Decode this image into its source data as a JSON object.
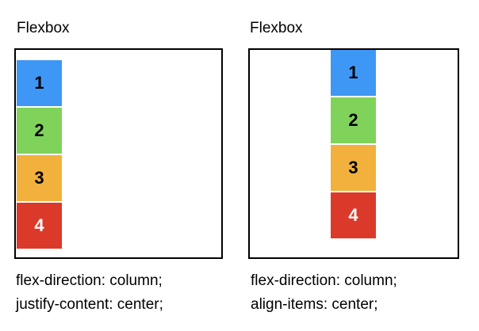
{
  "left_example": {
    "title": "Flexbox",
    "items": [
      {
        "label": "1",
        "color": "#3f97f5"
      },
      {
        "label": "2",
        "color": "#7fd35a"
      },
      {
        "label": "3",
        "color": "#f2b13d"
      },
      {
        "label": "4",
        "color": "#db3a2a"
      }
    ],
    "caption": [
      "flex-direction: column;",
      "justify-content: center;"
    ]
  },
  "right_example": {
    "title": "Flexbox",
    "items": [
      {
        "label": "1",
        "color": "#3f97f5"
      },
      {
        "label": "2",
        "color": "#7fd35a"
      },
      {
        "label": "3",
        "color": "#f2b13d"
      },
      {
        "label": "4",
        "color": "#db3a2a"
      }
    ],
    "caption": [
      "flex-direction: column;",
      "align-items: center;"
    ]
  }
}
